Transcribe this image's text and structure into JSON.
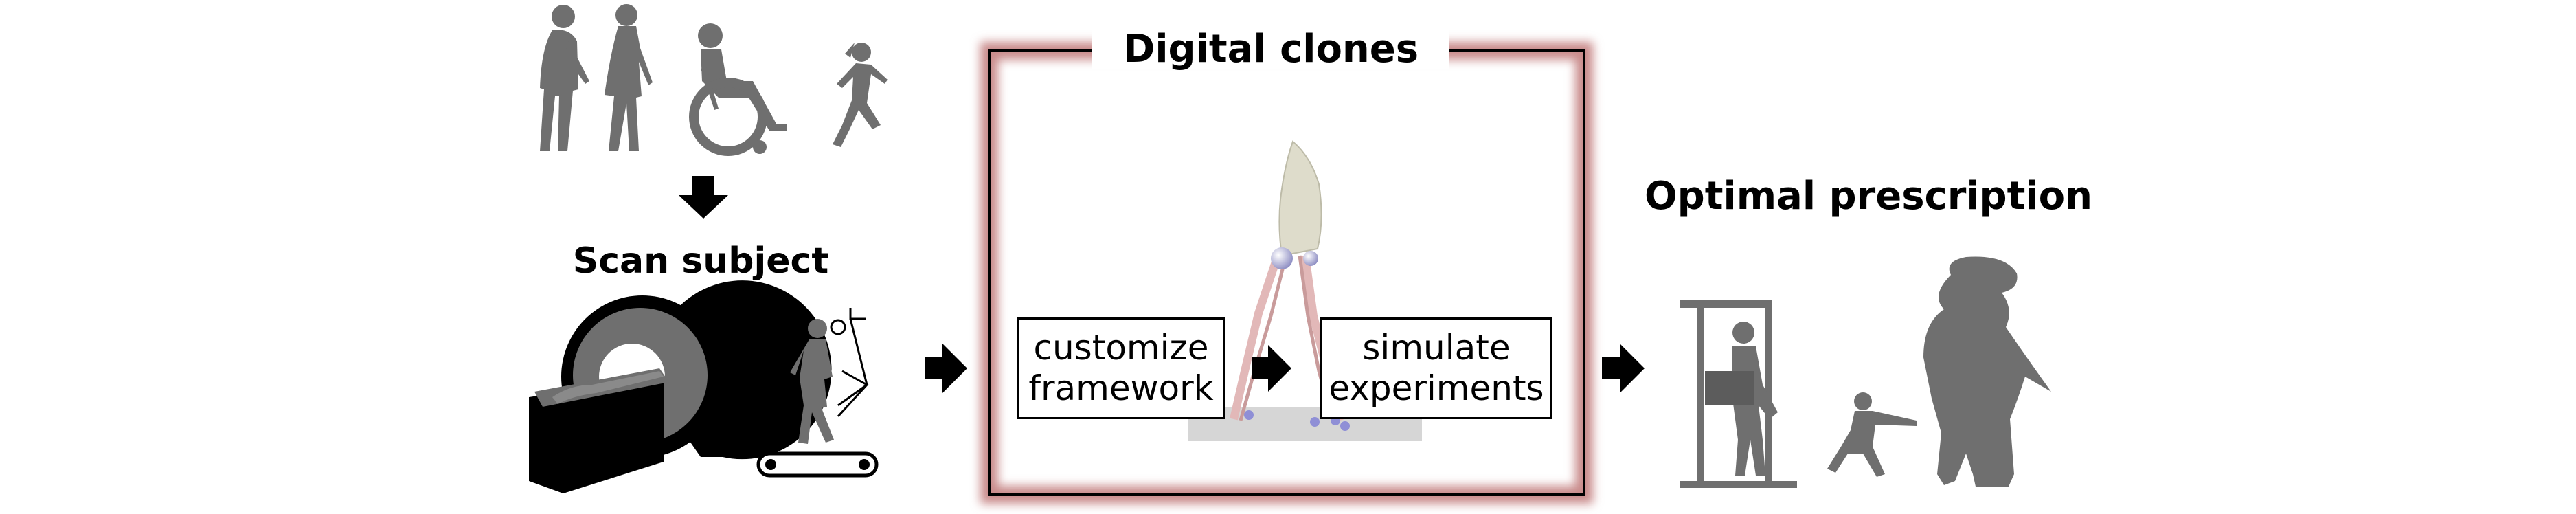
{
  "diagram": {
    "scan_subject_label": "Scan subject",
    "digital_clones_label": "Digital clones",
    "optimal_prescription_label": "Optimal prescription",
    "steps": [
      {
        "line1": "customize",
        "line2": "framework"
      },
      {
        "line1": "simulate",
        "line2": "experiments"
      }
    ]
  },
  "colors": {
    "silhouette_gray": "#6f6f6f",
    "dark_gray": "#5c5c5c",
    "panel_glow": "#c98b8b",
    "model_body": "#dedccb",
    "markers": "#8f8fd6"
  }
}
